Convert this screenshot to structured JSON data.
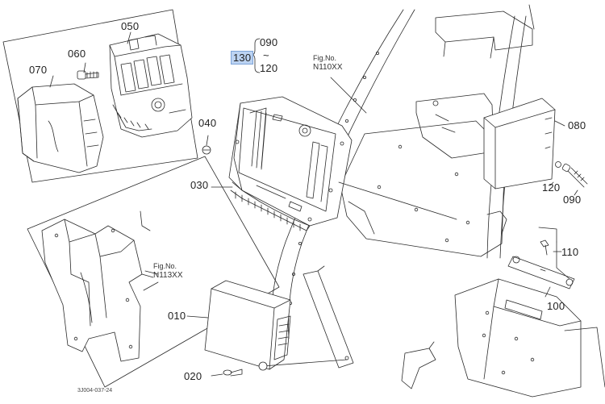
{
  "diagram": {
    "drawing_code": "3J004-037-24",
    "fig_refs": [
      {
        "id": "fig-n110xx",
        "label": "Fig.No.",
        "value": "N110XX"
      },
      {
        "id": "fig-n113xx",
        "label": "Fig.No.",
        "value": "N113XX"
      }
    ],
    "range_group": {
      "ref": "130",
      "from": "090",
      "tilde": "~",
      "to": "120"
    },
    "callouts": [
      {
        "id": "c070",
        "text": "070"
      },
      {
        "id": "c060",
        "text": "060"
      },
      {
        "id": "c050",
        "text": "050"
      },
      {
        "id": "c040",
        "text": "040"
      },
      {
        "id": "c030",
        "text": "030"
      },
      {
        "id": "c080",
        "text": "080"
      },
      {
        "id": "c120",
        "text": "120"
      },
      {
        "id": "c090",
        "text": "090"
      },
      {
        "id": "c110",
        "text": "110"
      },
      {
        "id": "c100",
        "text": "100"
      },
      {
        "id": "c010",
        "text": "010"
      },
      {
        "id": "c020",
        "text": "020"
      }
    ],
    "colors": {
      "line": "#2a2a2a",
      "highlight_fill": "#bcd3f2",
      "highlight_border": "#7ea4d8"
    }
  }
}
